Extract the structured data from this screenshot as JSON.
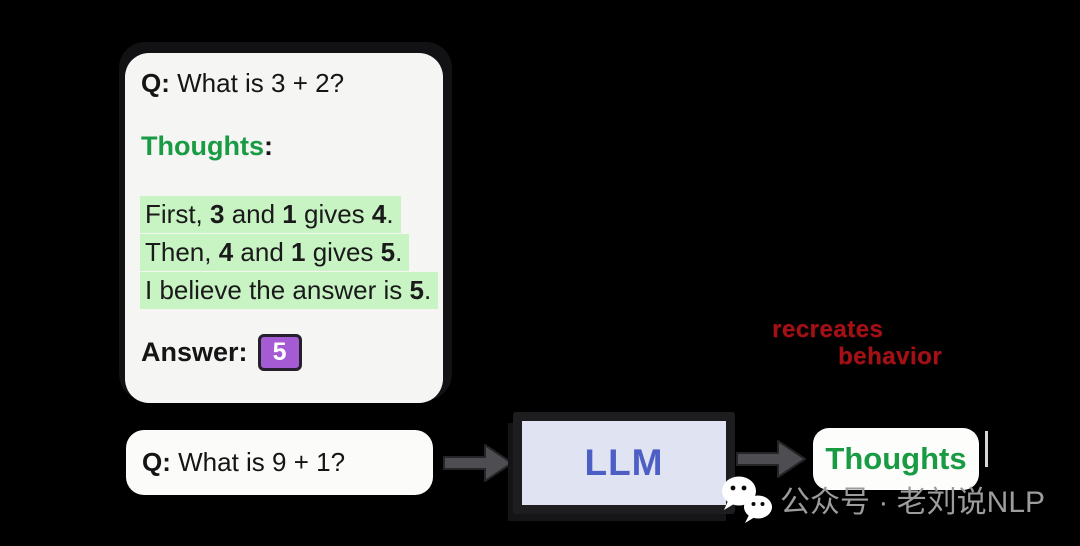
{
  "colors": {
    "green": "#189b43",
    "highlight_green": "#c8f4c4",
    "purple": "#a55bd4",
    "red": "#a31016",
    "llm_blue": "#4d5fc5",
    "card_bg": "#f5f5f3",
    "background": "#000000"
  },
  "example_card": {
    "q_prefix": "Q:",
    "q_text": " What is 3 + 2?",
    "thoughts_label": "Thoughts",
    "colon": ":",
    "thought_lines": [
      {
        "segments": [
          {
            "t": "First, "
          },
          {
            "t": "3",
            "b": true
          },
          {
            "t": " and "
          },
          {
            "t": "1",
            "b": true
          },
          {
            "t": " gives "
          },
          {
            "t": "4",
            "b": true
          },
          {
            "t": "."
          }
        ]
      },
      {
        "segments": [
          {
            "t": "Then, "
          },
          {
            "t": "4",
            "b": true
          },
          {
            "t": " and "
          },
          {
            "t": "1",
            "b": true
          },
          {
            "t": " gives "
          },
          {
            "t": "5",
            "b": true
          },
          {
            "t": "."
          }
        ]
      },
      {
        "segments": [
          {
            "t": "I believe the answer is "
          },
          {
            "t": "5",
            "b": true
          },
          {
            "t": "."
          }
        ]
      }
    ],
    "answer_label": "Answer:",
    "answer_value": "5"
  },
  "query_card": {
    "q_prefix": "Q:",
    "q_text": " What is 9 + 1?"
  },
  "llm_box": {
    "label": "LLM"
  },
  "output_box": {
    "label": "Thoughts"
  },
  "annotation": {
    "line1": "recreates",
    "line2": "behavior"
  },
  "watermark": {
    "icon": "wechat-icon",
    "text": "公众号 · 老刘说NLP"
  }
}
